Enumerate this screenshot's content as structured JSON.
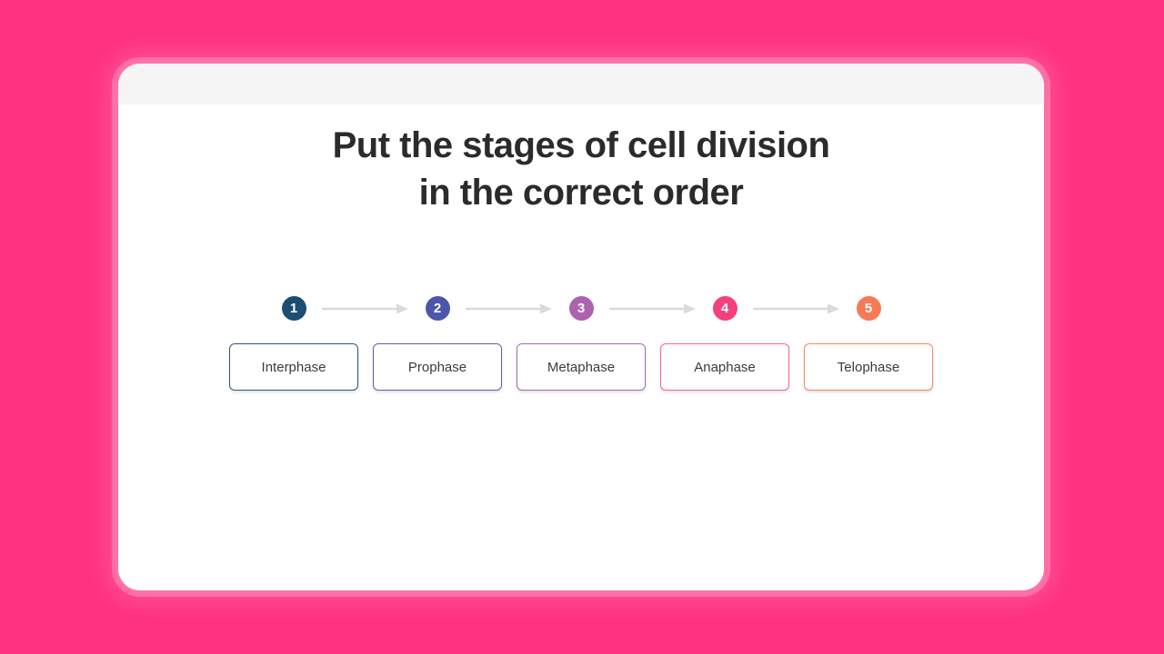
{
  "page": {
    "background_color": "#ff3181",
    "card_color": "#ffffff",
    "card_header_color": "#f5f5f6",
    "title_color": "#2b2b2b",
    "box_label_color": "#3b3b3b"
  },
  "title": {
    "line1": "Put the stages of cell division",
    "line2": "in the correct order"
  },
  "stepper": {
    "arrow_color": "#d9d9de"
  },
  "stages": [
    {
      "number": "1",
      "label": "Interphase",
      "circle_color": "#1c4d72",
      "border_color": "#2f567c"
    },
    {
      "number": "2",
      "label": "Prophase",
      "circle_color": "#4d57a9",
      "border_color": "#5a63ae"
    },
    {
      "number": "3",
      "label": "Metaphase",
      "circle_color": "#ad62ad",
      "border_color": "#9d6fae"
    },
    {
      "number": "4",
      "label": "Anaphase",
      "circle_color": "#f4407e",
      "border_color": "#fb6297"
    },
    {
      "number": "5",
      "label": "Telophase",
      "circle_color": "#f77a55",
      "border_color": "#f88663"
    }
  ]
}
